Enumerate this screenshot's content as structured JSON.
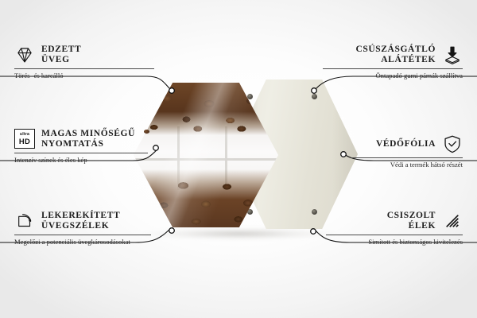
{
  "product": {
    "name": "hexagon-glass-panel",
    "front_panel": "printed coffee beans tempered glass hexagon",
    "back_panel": "cream backing hexagon",
    "screw_count": 4
  },
  "features_left": [
    {
      "icon": "diamond-icon",
      "title_line1": "EDZETT",
      "title_line2": "ÜVEG",
      "subtitle": "Törés- és karcálló"
    },
    {
      "icon": "ultra-hd-badge-icon",
      "title_line1": "MAGAS MINŐSÉGŰ",
      "title_line2": "NYOMTATÁS",
      "subtitle": "Intenzív színek és éles kép"
    },
    {
      "icon": "rounded-corner-icon",
      "title_line1": "LEKEREKÍTETT",
      "title_line2": "ÜVEGSZÉLEK",
      "subtitle": "Megelőzi a potenciális üvegkárosodásokat"
    }
  ],
  "features_right": [
    {
      "icon": "press-pad-icon",
      "title_line1": "CSÚSZÁSGÁTLÓ",
      "title_line2": "ALÁTÉTEK",
      "subtitle": "Öntapadó gumi párnák szállítva"
    },
    {
      "icon": "shield-check-icon",
      "title_line1": "VÉDŐFÓLIA",
      "title_line2": "",
      "subtitle": "Védi a termék hátsó részét"
    },
    {
      "icon": "hatched-triangle-icon",
      "title_line1": "CSISZOLT",
      "title_line2": "ÉLEK",
      "subtitle": "Simított és biztonságos kivitelezés"
    }
  ],
  "colors": {
    "text": "#1d1d1d",
    "rule": "#4a4a4a",
    "line": "#111111",
    "backing": "#e7e5da",
    "bean_dark": "#4a2b14",
    "bean_light": "#825730"
  }
}
